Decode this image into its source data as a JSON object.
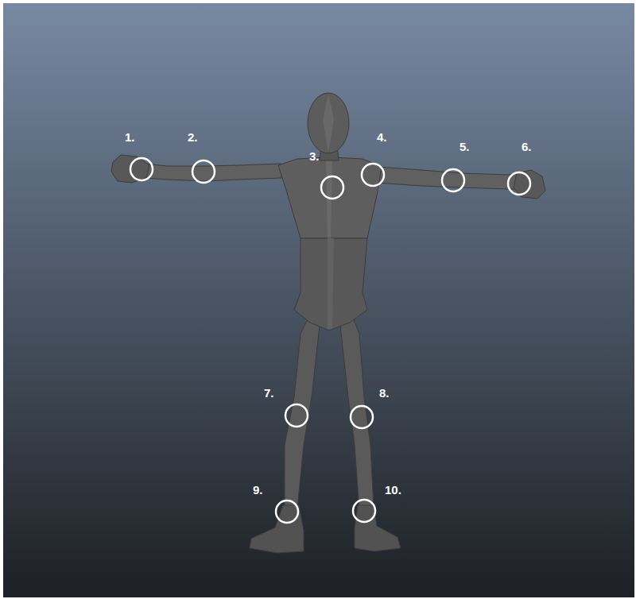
{
  "diagram": {
    "labels": [
      "1.",
      "2.",
      "3.",
      "4.",
      "5.",
      "6.",
      "7.",
      "8.",
      "9.",
      "10."
    ]
  }
}
